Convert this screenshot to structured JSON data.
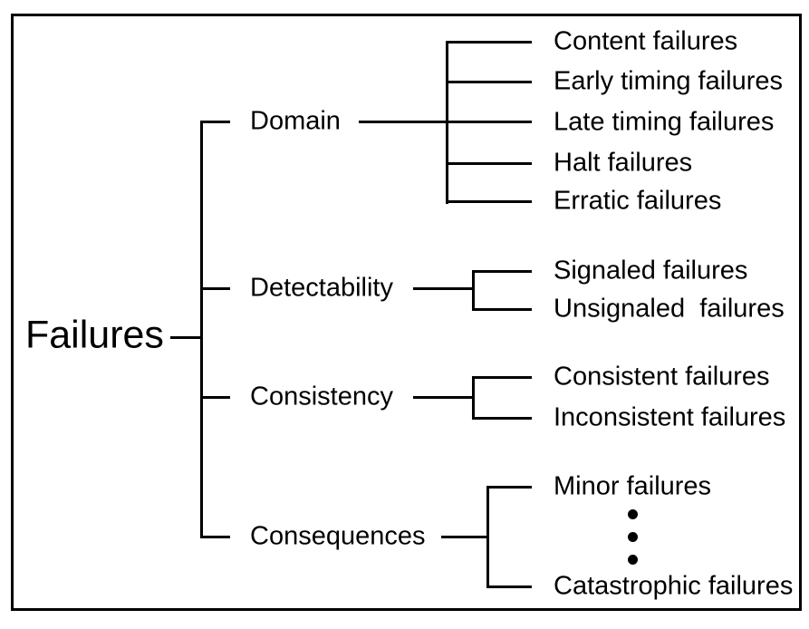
{
  "figure": {
    "colors": {
      "background": "#ffffff",
      "lines": "#000000",
      "text": "#000000"
    },
    "root": {
      "label": "Failures"
    },
    "categories": [
      {
        "label": "Domain",
        "children": [
          "Content failures",
          "Early timing failures",
          "Late timing failures",
          "Halt failures",
          "Erratic failures"
        ]
      },
      {
        "label": "Detectability",
        "children": [
          "Signaled failures",
          "Unsignaled  failures"
        ]
      },
      {
        "label": "Consistency",
        "children": [
          "Consistent failures",
          "Inconsistent failures"
        ]
      },
      {
        "label": "Consequences",
        "children": [
          "Minor failures",
          "Catastrophic failures"
        ],
        "ellipsis_between_children": true
      }
    ]
  }
}
